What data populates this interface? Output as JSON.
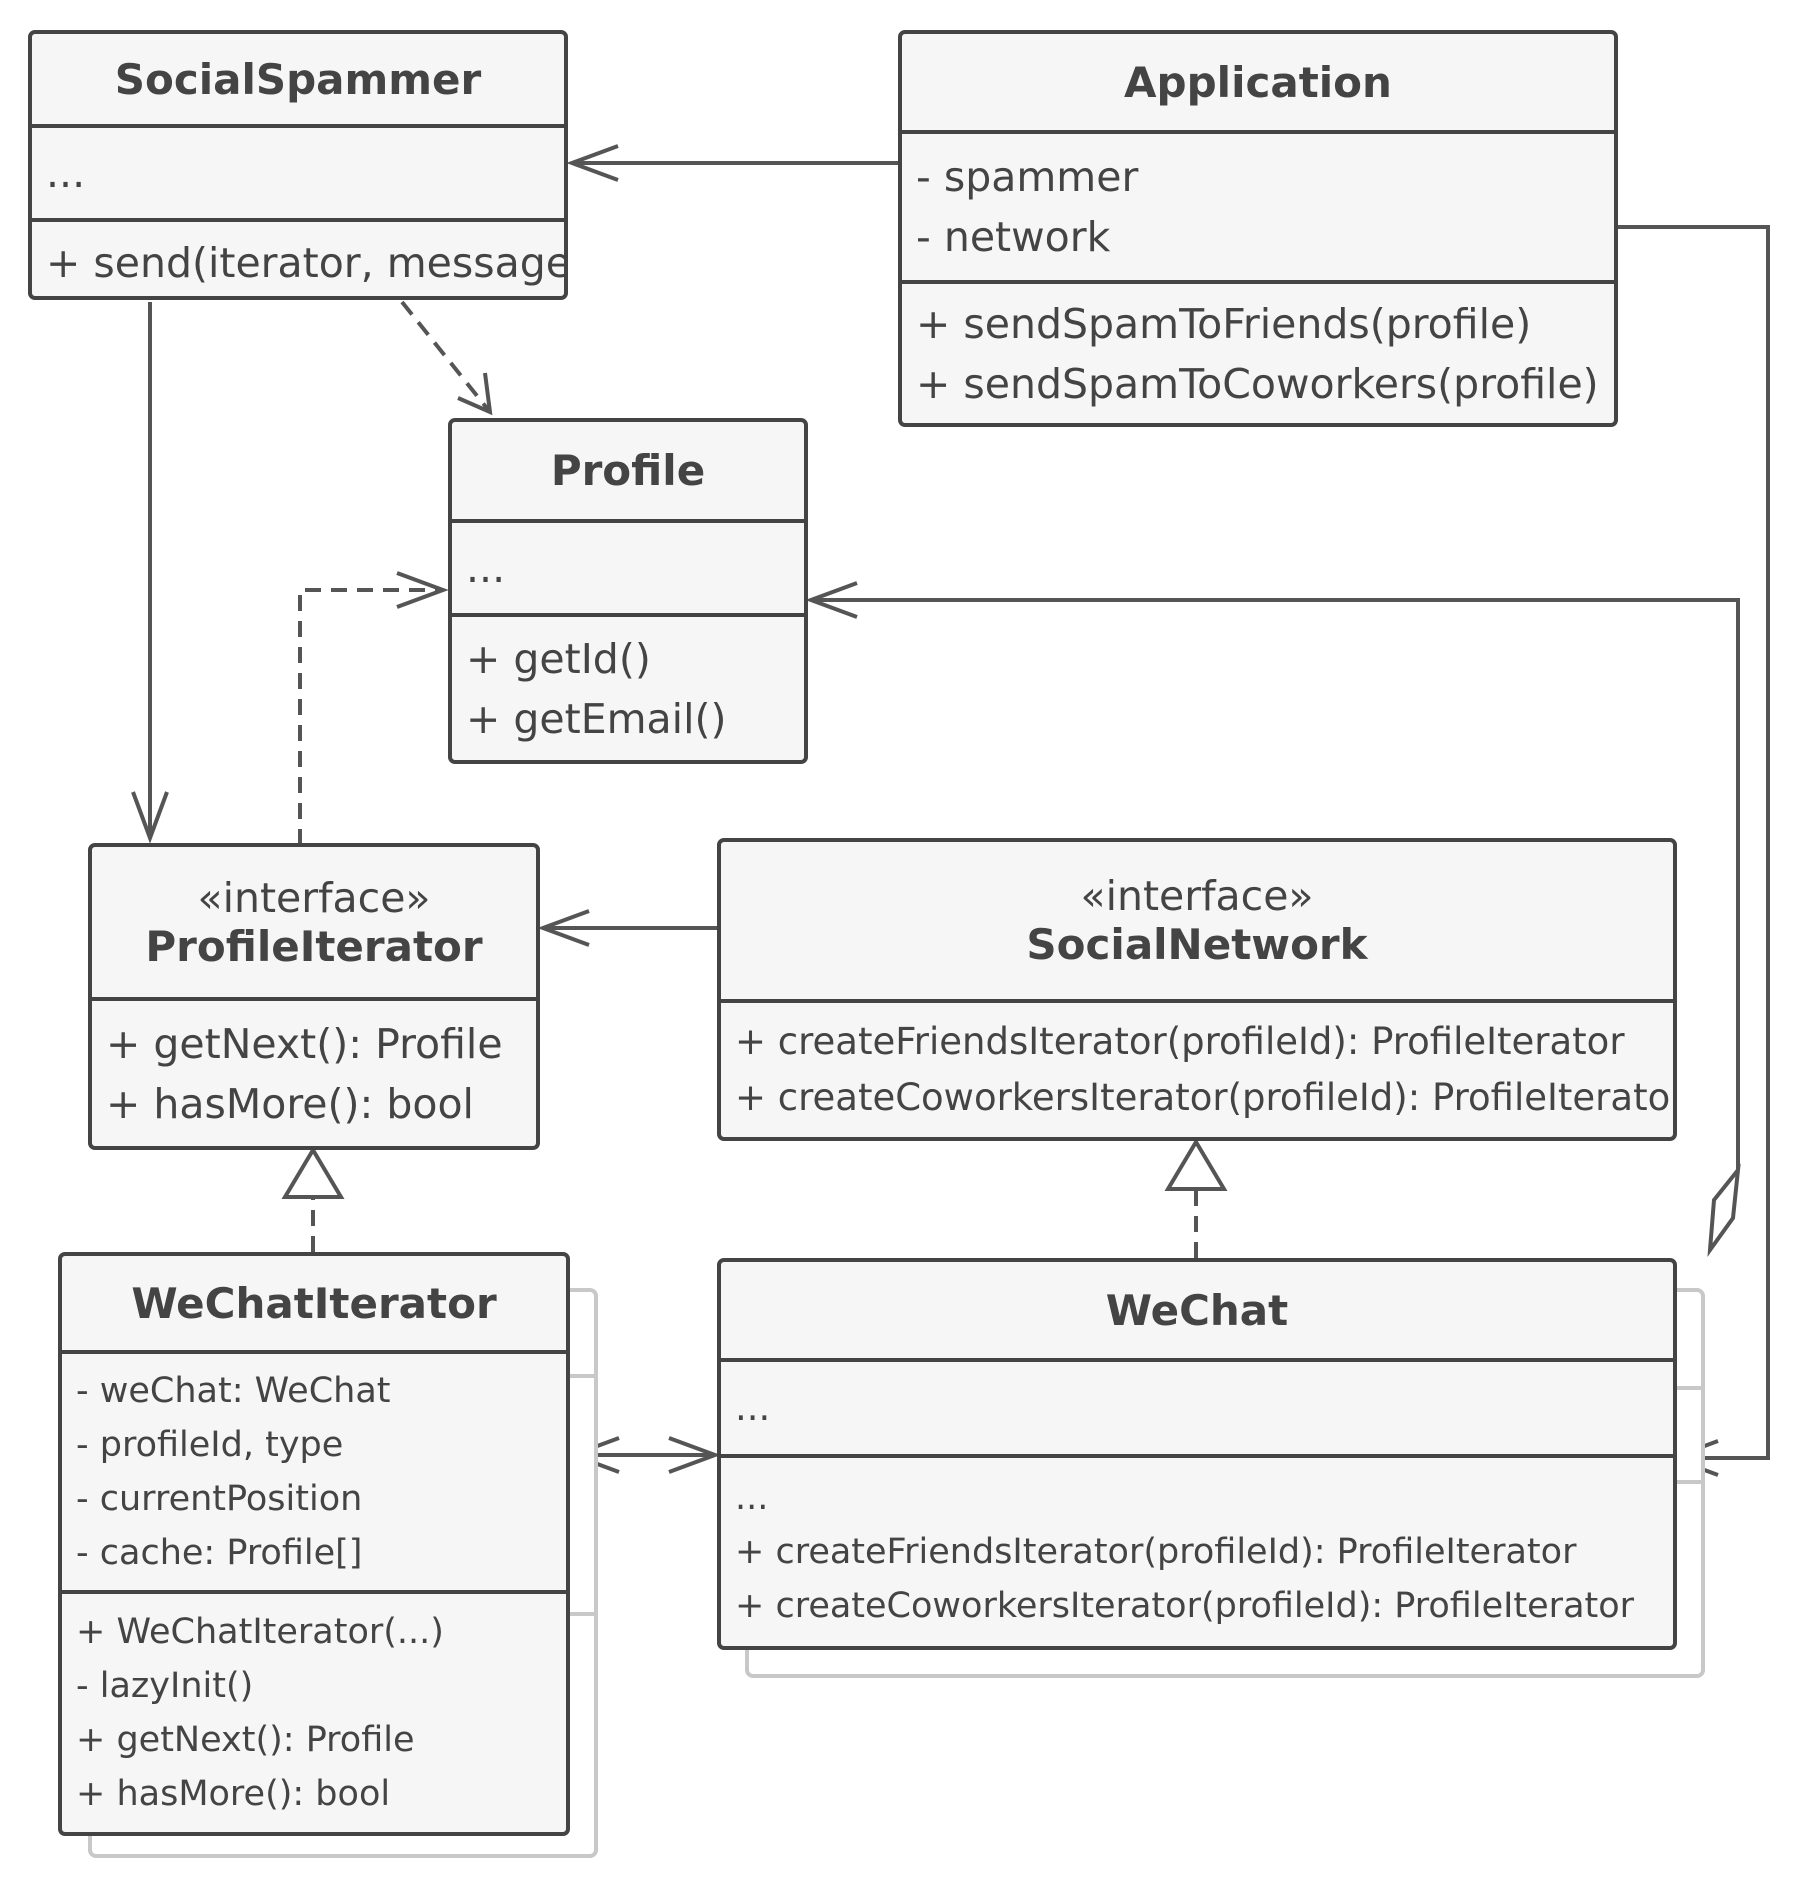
{
  "classes": {
    "social_spammer": {
      "name": "SocialSpammer",
      "fields": [
        "..."
      ],
      "methods": [
        "+ send(iterator, message)"
      ]
    },
    "application": {
      "name": "Application",
      "fields": [
        "- spammer",
        "- network"
      ],
      "methods": [
        "+ sendSpamToFriends(profile)",
        "+ sendSpamToCoworkers(profile)"
      ]
    },
    "profile": {
      "name": "Profile",
      "fields": [
        "..."
      ],
      "methods": [
        "+ getId()",
        "+ getEmail()"
      ]
    },
    "profile_iterator": {
      "stereotype": "«interface»",
      "name": "ProfileIterator",
      "methods": [
        "+ getNext(): Profile",
        "+ hasMore(): bool"
      ]
    },
    "social_network": {
      "stereotype": "«interface»",
      "name": "SocialNetwork",
      "methods": [
        "+ createFriendsIterator(profileId): ProfileIterator",
        "+ createCoworkersIterator(profileId): ProfileIterator"
      ]
    },
    "wechat_iterator": {
      "name": "WeChatIterator",
      "fields": [
        "- weChat: WeChat",
        "- profileId, type",
        "- currentPosition",
        "- cache: Profile[]"
      ],
      "methods": [
        "+ WeChatIterator(...)",
        "-  lazyInit()",
        "+ getNext(): Profile",
        "+ hasMore(): bool"
      ]
    },
    "wechat": {
      "name": "WeChat",
      "fields": [
        "..."
      ],
      "methods": [
        "...",
        "+ createFriendsIterator(profileId): ProfileIterator",
        "+ createCoworkersIterator(profileId): ProfileIterator"
      ]
    }
  },
  "relationships": [
    {
      "from": "Application",
      "to": "SocialSpammer",
      "kind": "association"
    },
    {
      "from": "Application",
      "to": "WeChat",
      "kind": "association"
    },
    {
      "from": "SocialSpammer",
      "to": "Profile",
      "kind": "dependency"
    },
    {
      "from": "SocialSpammer",
      "to": "ProfileIterator",
      "kind": "association"
    },
    {
      "from": "ProfileIterator",
      "to": "Profile",
      "kind": "dependency"
    },
    {
      "from": "SocialNetwork",
      "to": "ProfileIterator",
      "kind": "association"
    },
    {
      "from": "WeChat",
      "to": "Profile",
      "kind": "aggregation"
    },
    {
      "from": "WeChatIterator",
      "to": "ProfileIterator",
      "kind": "realization"
    },
    {
      "from": "WeChat",
      "to": "SocialNetwork",
      "kind": "realization"
    },
    {
      "from": "WeChatIterator",
      "to": "WeChat",
      "kind": "bidirectional-association"
    }
  ],
  "colors": {
    "stroke": "#444444",
    "fill": "#f6f6f6",
    "shadow": "#c8c8c8"
  }
}
